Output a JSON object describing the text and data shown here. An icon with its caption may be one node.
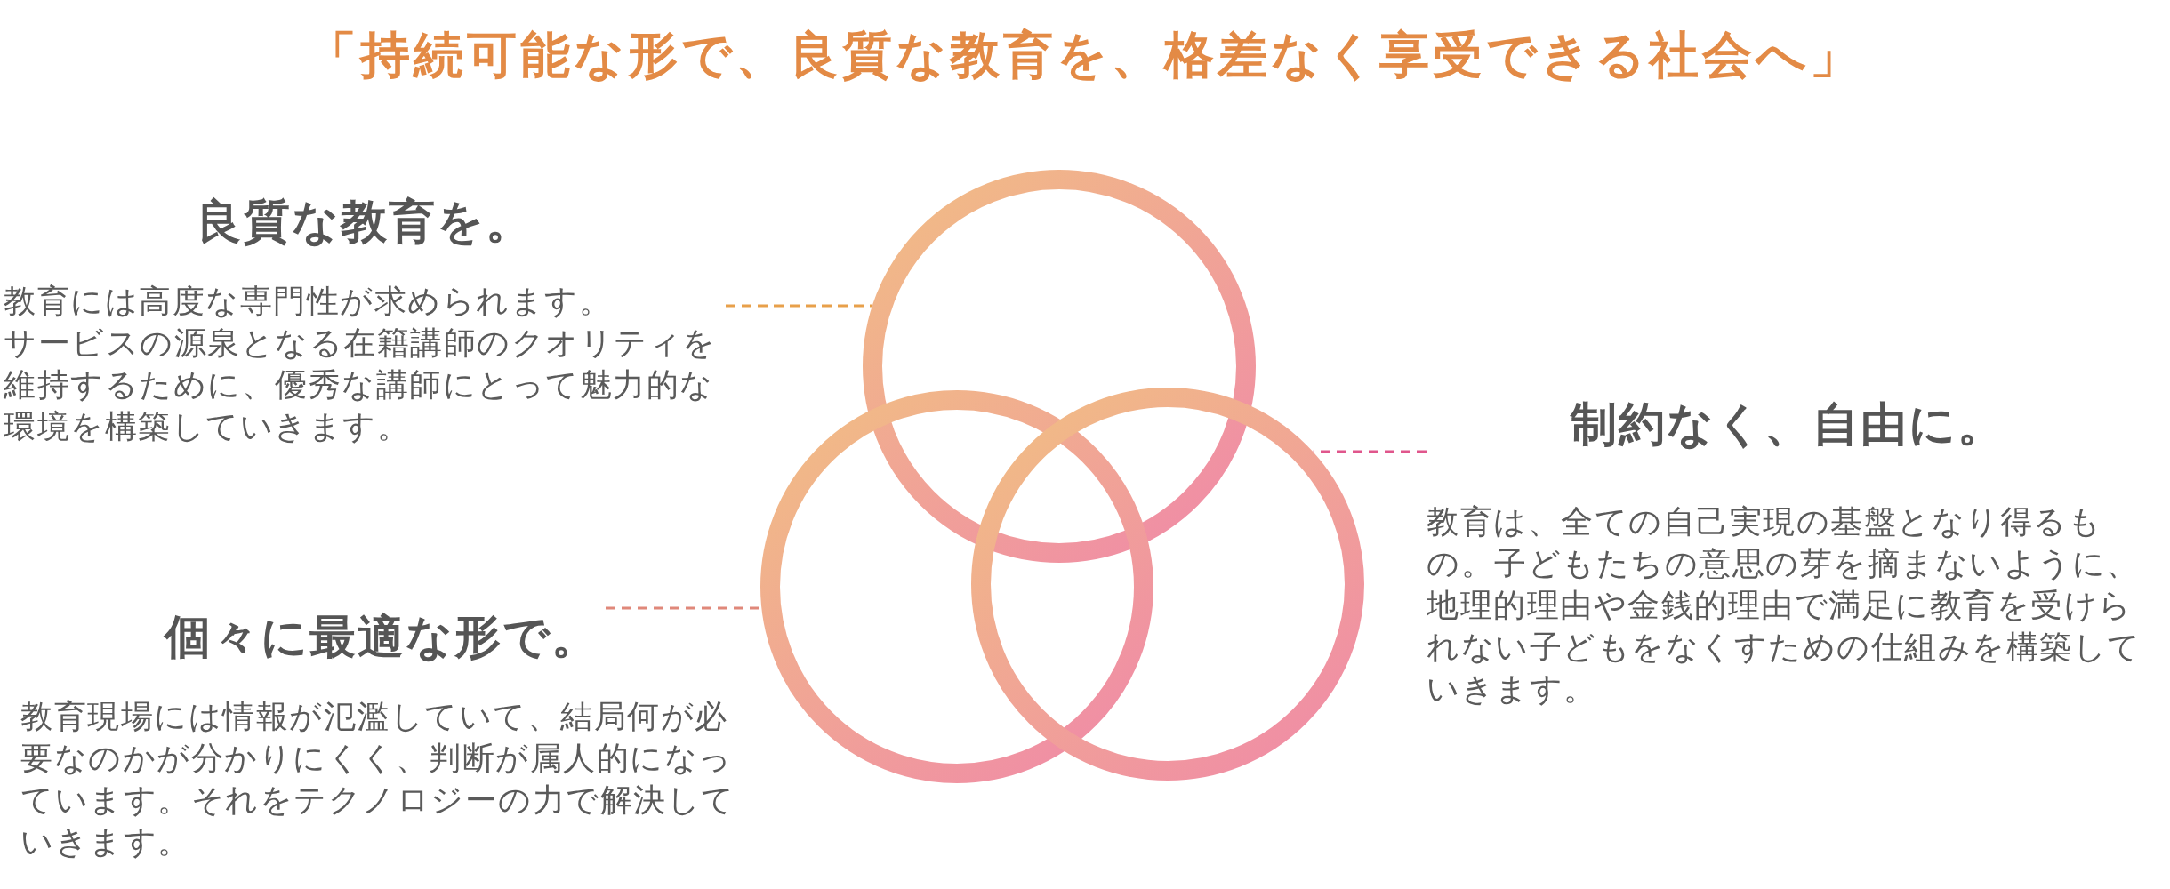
{
  "diagram": {
    "title": "「持続可能な形で、良質な教育を、格差なく享受できる社会へ」",
    "nodes": [
      {
        "text": [
          "良質な教育を。",
          "教育には高度な専門性が求められます。",
          "サービスの源泉となる在籍講師のクオリティを維持するために、優秀な講師にとって魅力的な環境を構築していきます。"
        ]
      },
      {
        "text": [
          "制約なく、自由に。",
          "教育は、全ての自己実現の基盤となり得るもの。子どもたちの意思の芽を摘まないように、地理的理由や金銭的理由で満足に教育を受けられない子どもをなくすための仕組みを構築していきます。"
        ]
      },
      {
        "text": [
          "個々に最適な形で。",
          "教育現場には情報が氾濫していて、結局何が必要なのかが分かりにくく、判断が属人的になっています。それをテクノロジーの力で解決していきます。"
        ]
      },
      {
        "text": [],
        "shape": "circle"
      },
      {
        "text": [],
        "shape": "circle"
      },
      {
        "text": [],
        "shape": "circle"
      }
    ],
    "edges": [
      {
        "from": 0,
        "to": 3,
        "arrow": "none",
        "style": "dashed",
        "color": "#e8a04a"
      },
      {
        "from": 1,
        "to": 5,
        "arrow": "none",
        "style": "dashed",
        "color": "#e0568c"
      },
      {
        "from": 2,
        "to": 4,
        "arrow": "none",
        "style": "dashed",
        "color": "#e0887a"
      }
    ]
  }
}
